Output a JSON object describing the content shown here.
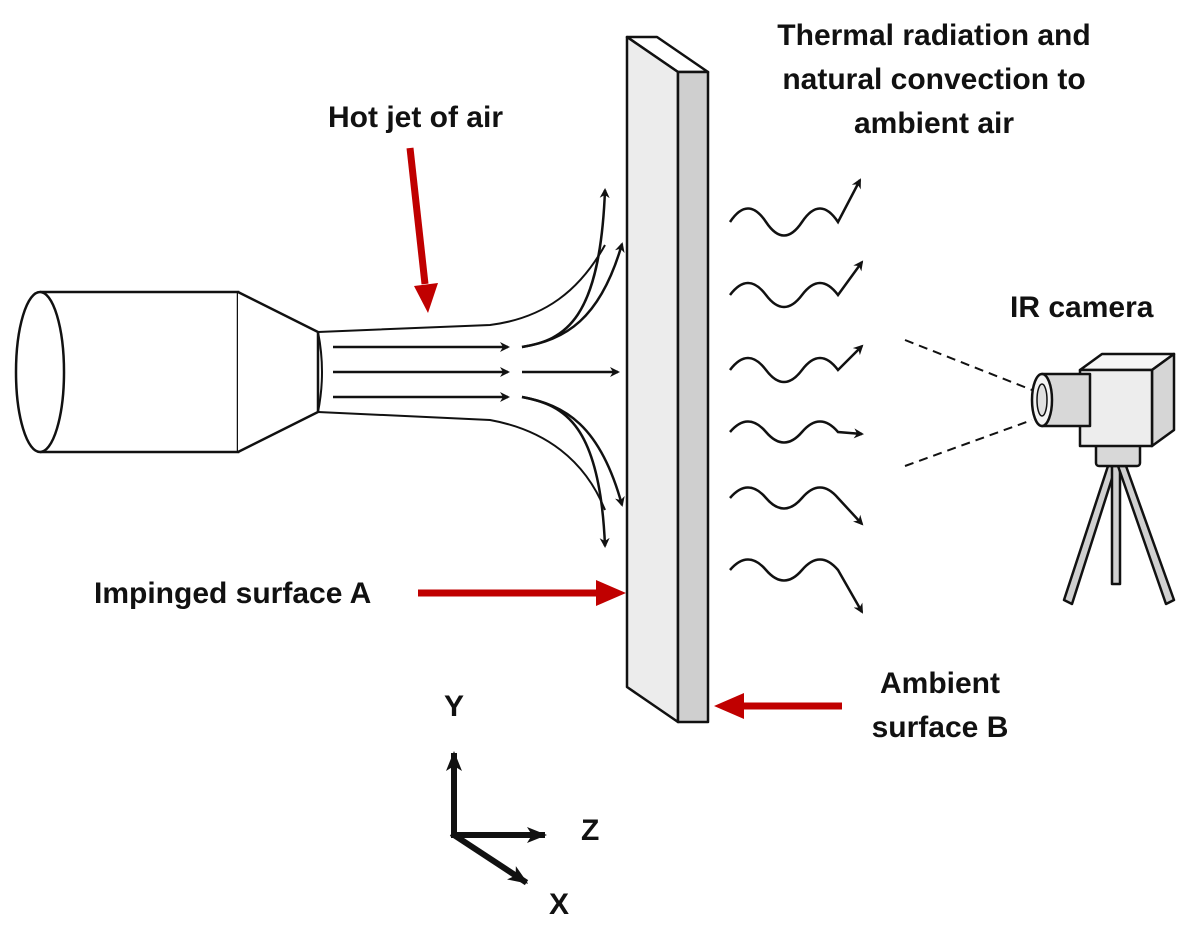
{
  "labels": {
    "hot_jet": "Hot jet of air",
    "thermal_line1": "Thermal radiation and",
    "thermal_line2": "natural convection to",
    "thermal_line3": "ambient air",
    "ir_camera": "IR camera",
    "surface_a": "Impinged surface A",
    "surface_b_line1": "Ambient",
    "surface_b_line2": "surface B",
    "axis_y": "Y",
    "axis_z": "Z",
    "axis_x": "X"
  },
  "colors": {
    "pointer_arrow": "#c00000",
    "line": "#111111",
    "plate_front": "#ececec",
    "plate_side": "#cfcfcf",
    "camera_body": "#ededed",
    "camera_lens": "#d8d8d8",
    "tripod": "#d0d0d0"
  }
}
